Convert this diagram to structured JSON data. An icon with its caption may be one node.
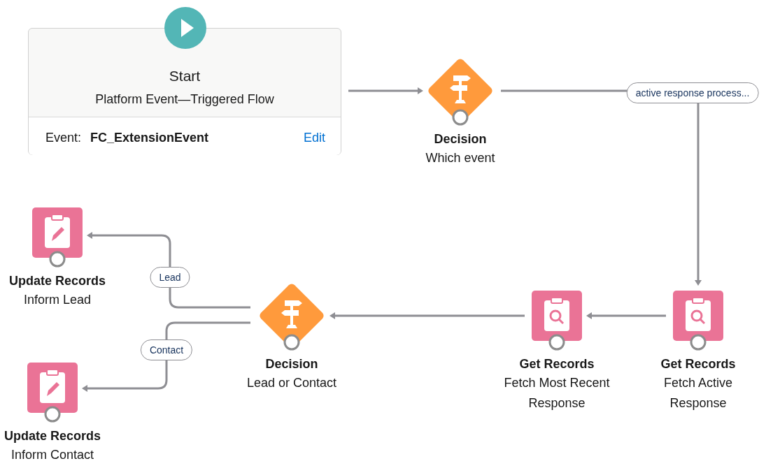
{
  "diagram": {
    "nodes": [
      {
        "text": [
          "Start",
          "Platform Event—Triggered Flow",
          "Event: **FC_ExtensionEvent**",
          "Edit"
        ]
      },
      {
        "text": [
          "Decision",
          "Which event"
        ]
      },
      {
        "text": [
          "Get Records",
          "Fetch Active Response"
        ]
      },
      {
        "text": [
          "Get Records",
          "Fetch Most Recent Response"
        ]
      },
      {
        "text": [
          "Decision",
          "Lead or Contact"
        ]
      },
      {
        "text": [
          "Update Records",
          "Inform Lead"
        ]
      },
      {
        "text": [
          "Update Records",
          "Inform Contact"
        ]
      }
    ],
    "edges": [
      {
        "from": 0,
        "to": 1,
        "arrow": "to"
      },
      {
        "from": 1,
        "to": 2,
        "arrow": "to",
        "label": "active response process..."
      },
      {
        "from": 2,
        "to": 3,
        "arrow": "to"
      },
      {
        "from": 3,
        "to": 4,
        "arrow": "to"
      },
      {
        "from": 4,
        "to": 5,
        "arrow": "to",
        "label": "Lead"
      },
      {
        "from": 4,
        "to": 6,
        "arrow": "to",
        "label": "Contact"
      }
    ]
  }
}
